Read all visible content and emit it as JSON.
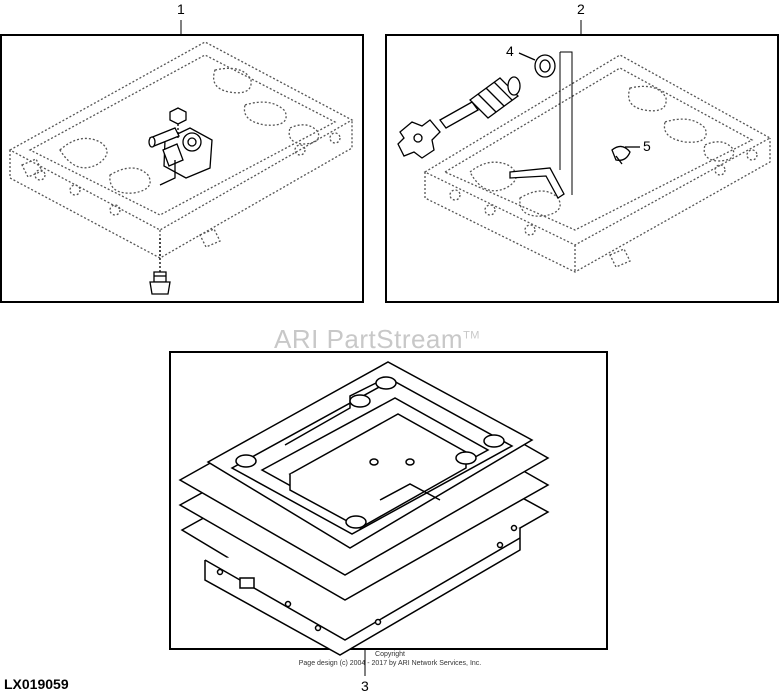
{
  "diagram": {
    "callouts": {
      "item_1": "1",
      "item_2": "2",
      "item_3": "3",
      "item_4": "4",
      "item_5": "5"
    },
    "watermark": {
      "text": "ARI PartStream",
      "trademark": "TM"
    },
    "copyright": {
      "line1": "Copyright",
      "line2": "Page design (c) 2004 - 2017 by ARI Network Services, Inc."
    },
    "figure_id": "LX019059"
  }
}
